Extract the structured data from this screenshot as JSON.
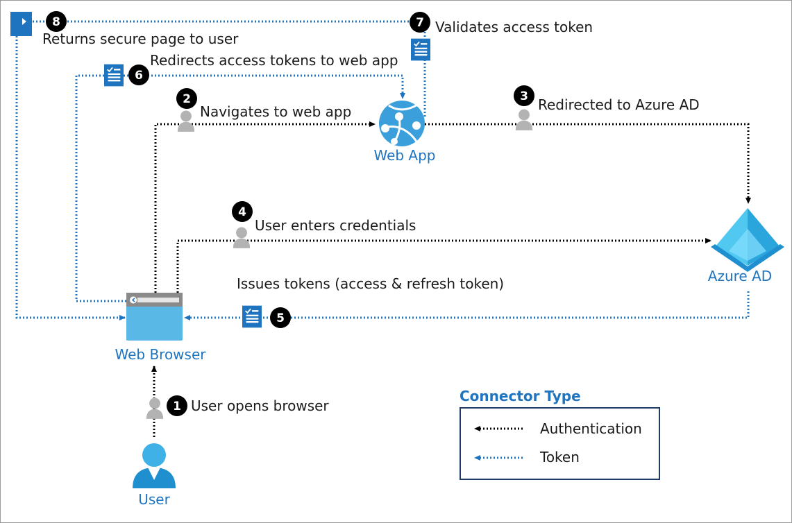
{
  "nodes": {
    "user": "User",
    "web_browser": "Web Browser",
    "web_app": "Web App",
    "azure_ad": "Azure AD"
  },
  "steps": [
    {
      "num": "1",
      "text": "User opens browser",
      "connector": "Authentication"
    },
    {
      "num": "2",
      "text": "Navigates to web app",
      "connector": "Authentication"
    },
    {
      "num": "3",
      "text": "Redirected to Azure AD",
      "connector": "Authentication"
    },
    {
      "num": "4",
      "text": "User enters credentials",
      "connector": "Authentication"
    },
    {
      "num": "5",
      "text": "Issues tokens (access & refresh token)",
      "connector": "Token"
    },
    {
      "num": "6",
      "text": "Redirects access tokens to web app",
      "connector": "Token"
    },
    {
      "num": "7",
      "text": "Validates access token",
      "connector": "Token"
    },
    {
      "num": "8",
      "text": "Returns secure page to user",
      "connector": "Token"
    }
  ],
  "legend": {
    "title": "Connector Type",
    "items": [
      {
        "label": "Authentication",
        "style": "black-dotted"
      },
      {
        "label": "Token",
        "style": "blue-dotted"
      }
    ]
  },
  "colors": {
    "authentication": "#000000",
    "token": "#1f74c0",
    "label_blue": "#1f74c0",
    "badge": "#000000",
    "person_grey": "#b3b3b3"
  }
}
